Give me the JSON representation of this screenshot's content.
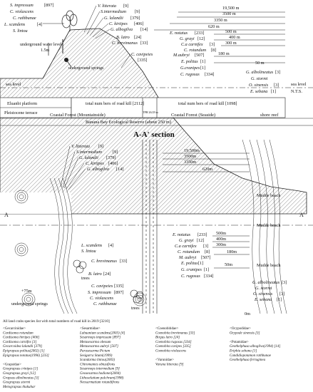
{
  "top": {
    "species_left": [
      {
        "name": "S. impressum",
        "n": "[897]"
      },
      {
        "name": "C. violascens",
        "n": ""
      },
      {
        "name": "C. rathbunae",
        "n": ""
      },
      {
        "name": "L. scandens",
        "n": "[4]"
      },
      {
        "name": "S. lintou",
        "n": ""
      }
    ],
    "species_mid": [
      {
        "name": "V. litterata",
        "n": "[9]"
      },
      {
        "name": "S.intermedium",
        "n": "[9]"
      },
      {
        "name": "G. lalandii",
        "n": "[379]"
      },
      {
        "name": "C. kirtipes",
        "n": "[406]"
      },
      {
        "name": "G. albogilva",
        "n": "[14]"
      }
    ],
    "latro": {
      "name": "B. latro",
      "n": "[24]"
    },
    "brev": {
      "name": "C. brevimanus",
      "n": "[33]"
    },
    "cavi": {
      "name": "C. cavipeies",
      "n": "[335]"
    },
    "distances": [
      "19,500 m",
      "3500 m",
      "3350 m",
      "620 m"
    ],
    "species_right": [
      {
        "name": "E. notatus",
        "n": "[233]",
        "d": "500 m"
      },
      {
        "name": "G. grayi",
        "n": "[12]",
        "d": "400 m"
      },
      {
        "name": "C.a carnifex",
        "n": "[3]",
        "d": "300 m"
      },
      {
        "name": "C. rotundum",
        "n": "[8]",
        "d": ""
      },
      {
        "name": "M.aubryi",
        "n": "[507]",
        "d": "180 m"
      },
      {
        "name": "E. politus",
        "n": "[1]",
        "d": ""
      },
      {
        "name": "G.cranipes",
        "n": "[1]",
        "d": ""
      },
      {
        "name": "C. rugosus",
        "n": "[334]",
        "d": ""
      }
    ],
    "d50": "50 m",
    "species_far": [
      {
        "name": "G. albolineatus",
        "n": "[3]"
      },
      {
        "name": "G. stormi",
        "n": ""
      },
      {
        "name": "O. sinensis",
        "n": "[3]"
      },
      {
        "name": "E. sebana",
        "n": "[1]"
      }
    ],
    "water_level": "underground water level",
    "water_val": "1.5m",
    "springs": "underground springs",
    "sea_level": "sea level",
    "nts": "N.T.S.",
    "eluanbi": "Eluanbi platform",
    "pleisto": "Pleistocene terrace",
    "total_mount": "total num bers of road kill [2112]",
    "total_sea": "total num bers of road kill [1098]",
    "tph": "TPH 26/29 m",
    "forest_mount": "Coastal Forest (Mountainside)",
    "forest_sea": "Coastal Forest (Seaside)",
    "shore": "shore reef",
    "reserve": "Banana Bay Ecological Reserve (about 250 m)"
  },
  "section_title": "A-A' section",
  "plan": {
    "a_left": "A",
    "a_right": "A'",
    "species_top": [
      {
        "name": "V. litterata",
        "n": "[9]"
      },
      {
        "name": "S.intermedium",
        "n": "[9]"
      },
      {
        "name": "G. lalandii",
        "n": "[379]"
      },
      {
        "name": "C. kirtipes",
        "n": "[406]"
      },
      {
        "name": "G. albogilva",
        "n": "[14]"
      }
    ],
    "distances": [
      "19,500m",
      "3500m",
      "3350m",
      "620m"
    ],
    "mudde1": "Mudde beach",
    "mudde2": "Mudde beach",
    "mudde3": "Mudde beach",
    "species_right": [
      {
        "name": "E. notatus",
        "n": "[233]",
        "d": "500m"
      },
      {
        "name": "G. grayi",
        "n": "[12]",
        "d": "400m"
      },
      {
        "name": "C.a carnifex",
        "n": "[3]",
        "d": "300m"
      },
      {
        "name": "C. rotundum",
        "n": "[8]",
        "d": "180m"
      },
      {
        "name": "M. aubryi",
        "n": "[507]",
        "d": ""
      },
      {
        "name": "E. politus",
        "n": "[1]",
        "d": ""
      },
      {
        "name": "G. cranipes",
        "n": "[1]",
        "d": "50m"
      },
      {
        "name": "C. rugosus",
        "n": "[334]",
        "d": ""
      }
    ],
    "species_far": [
      {
        "name": "G. albolineatus",
        "n": "[3]"
      },
      {
        "name": "G. stormi",
        "n": ""
      },
      {
        "name": "O. sinensis",
        "n": "[3]"
      },
      {
        "name": "E. sebana",
        "n": "[1]"
      }
    ],
    "scand": [
      {
        "name": "L. scandens",
        "n": "[4]"
      },
      {
        "name": "S. lintou",
        "n": ""
      }
    ],
    "brev": {
      "name": "C. brevimanus",
      "n": "[33]"
    },
    "latro": {
      "name": "B. latro",
      "n": "[24]"
    },
    "trees1": "trees",
    "trees2": "trees",
    "cavi_group": [
      {
        "name": "C. cavipeies",
        "n": "[335]"
      },
      {
        "name": "S. impressum",
        "n": "[897]"
      },
      {
        "name": "C. violascens",
        "n": ""
      },
      {
        "name": "C. rathbunae",
        "n": ""
      }
    ],
    "plus75": "+75m",
    "springs": "underground springs",
    "zero": "0m"
  },
  "legend": {
    "heading": "All land crabs species list with total numbers of road kill in 2019 [3210]",
    "columns": [
      [
        "<Gecarcinidae>",
        "Cardisoma rotundum",
        "Cardisoma hirtipes [406]",
        "Cardisoma carnifex [3]",
        "Gecarcoidea lalandii [379]",
        "Epigrapsus politus(2002) [1]",
        "Epigrapsus notatus(1996) [233]",
        "",
        "<Grapsidae>",
        "Geograpsus crinipes [1]",
        "Geograpsus grayi [12]",
        "Grapsus albolineatus [3]",
        "Geograpsus stormi",
        "Metograpsus thukuhar"
      ],
      [
        "<Sesarmidae>",
        "Labuanium scandens(2003) [4]",
        "Sesarmops impressum [897]",
        "Metasesarma obesum",
        "Metasesarma aubryi [507]",
        "Parasesarma Pictum",
        "Sesigurra Stumi(1999)",
        "Scandarma lintou(2003)",
        "Chiromantes obtusifrons",
        "Sesarmops intermedium [9]",
        "Geosesarma hodionei(2004)",
        "Lithoselatium pulchrum(1998)",
        "Neosarmatium rotundifrons"
      ],
      [
        "<Coenobitidae>",
        "Coenobita brevimanus [33]",
        "Birgus latro [24]",
        "Coenobita rugosus [334]",
        "Coenobita cavipes [335]",
        "Coenobita violascens",
        "",
        "<Varunidae>",
        "Varuna litterata [9]"
      ],
      [
        "<Ocypodidae>",
        "Ocypode sinensis [3]",
        "",
        "<Potamidae>",
        "Geothelphusa albogilva(1994) [14]",
        "Eriphia sebana [1]",
        "Candidiopotamon rathbunae",
        "Geothelphusa ferruginea"
      ]
    ]
  }
}
